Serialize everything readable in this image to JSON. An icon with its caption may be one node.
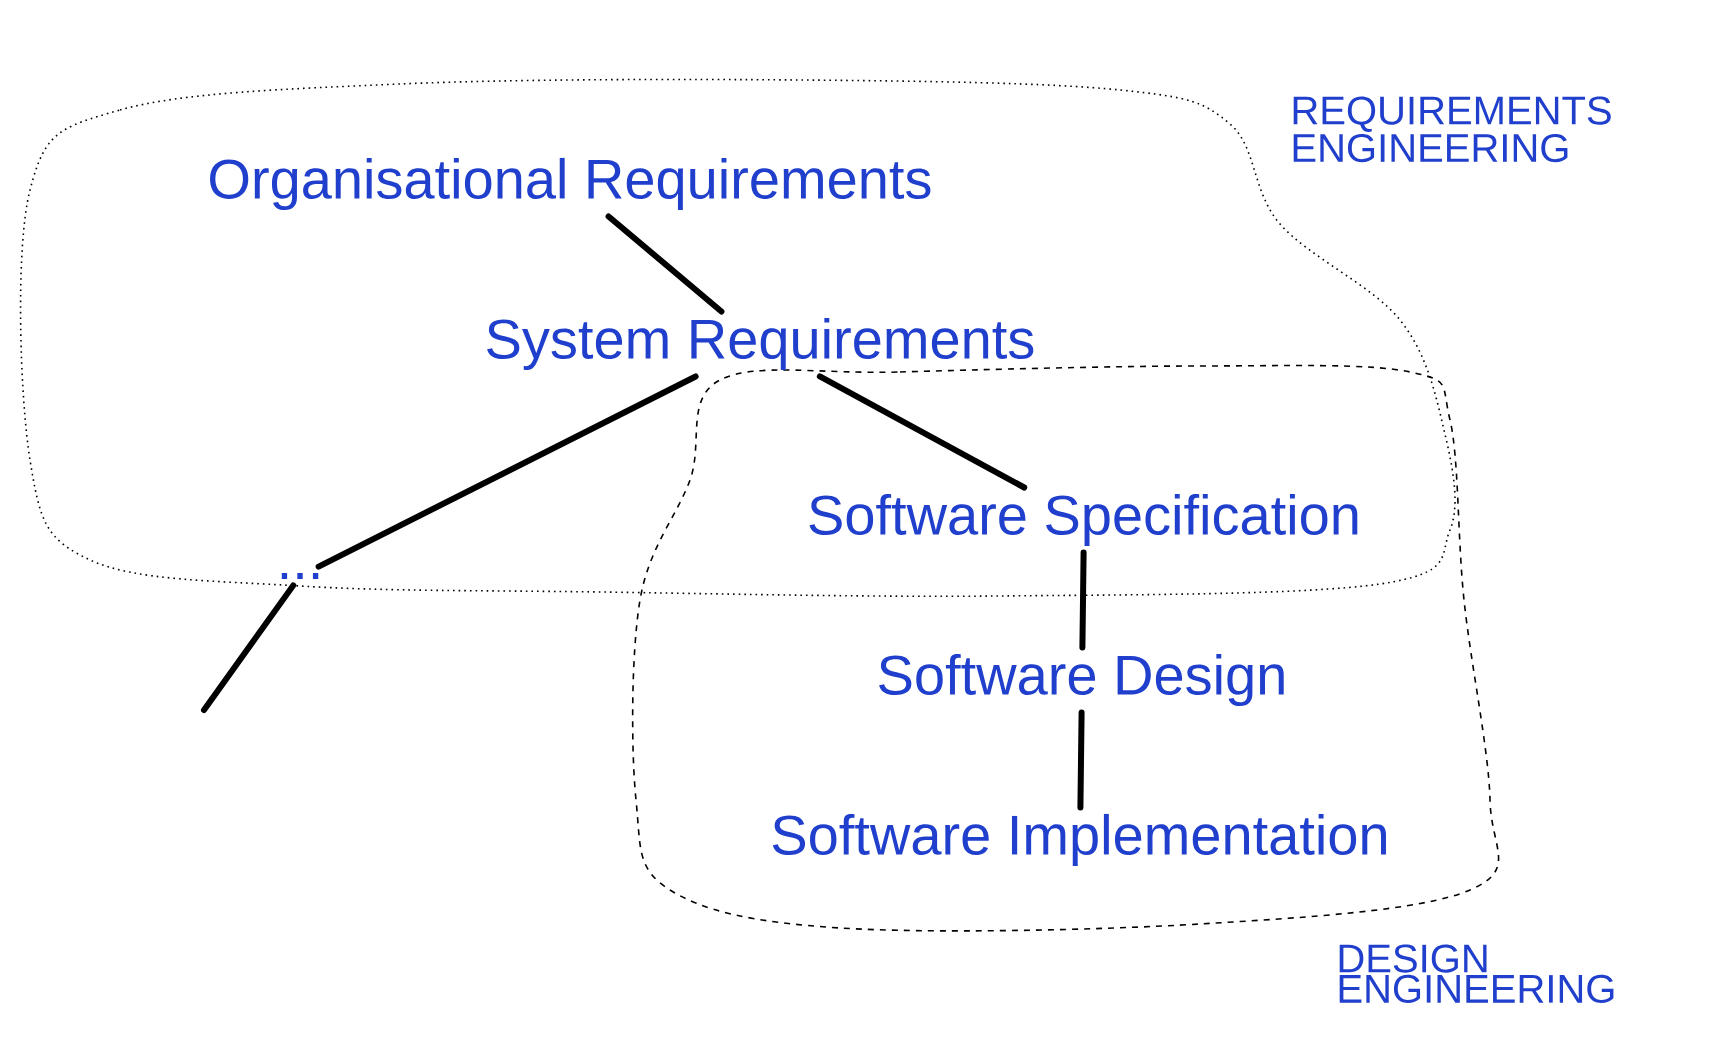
{
  "diagram": {
    "nodes": [
      {
        "text": [
          "REQUIREMENTS ENGINEERING"
        ]
      },
      {
        "text": [
          "Organisational Requirements"
        ],
        "in": 0
      },
      {
        "text": [
          "System Requirements"
        ],
        "in": 0
      },
      {
        "text": [
          "..."
        ],
        "in": 0
      },
      {
        "text": [
          "Software Specification"
        ]
      },
      {
        "text": [
          "DESIGN ENGINEERING"
        ]
      },
      {
        "text": [
          "Software Design"
        ],
        "in": 5
      },
      {
        "text": [
          "Software Implementation"
        ],
        "in": 5
      }
    ],
    "edges": [
      {
        "from": 1,
        "to": 2,
        "arrow": "none"
      },
      {
        "from": 2,
        "to": 3,
        "arrow": "none"
      },
      {
        "from": 2,
        "to": 4,
        "arrow": "none"
      },
      {
        "from": 3,
        "to": null,
        "arrow": "none"
      },
      {
        "from": 4,
        "to": 6,
        "arrow": "none"
      },
      {
        "from": 6,
        "to": 7,
        "arrow": "none"
      }
    ]
  }
}
